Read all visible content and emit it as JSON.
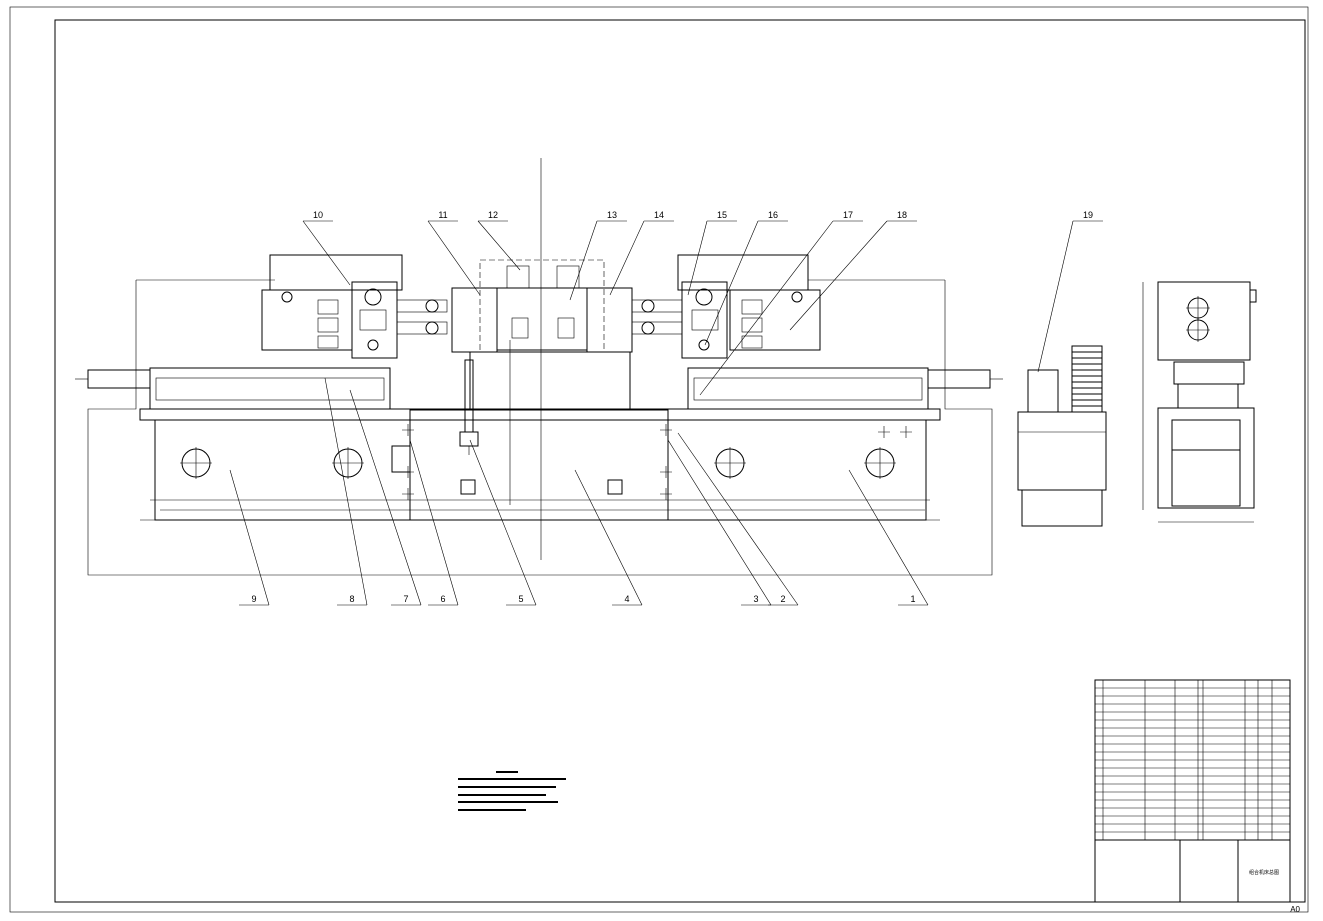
{
  "drawing": {
    "sheet_size_label": "A0",
    "balloons": [
      {
        "label": "1"
      },
      {
        "label": "2"
      },
      {
        "label": "3"
      },
      {
        "label": "4"
      },
      {
        "label": "5"
      },
      {
        "label": "6"
      },
      {
        "label": "7"
      },
      {
        "label": "8"
      },
      {
        "label": "9"
      },
      {
        "label": "10"
      },
      {
        "label": "11"
      },
      {
        "label": "12"
      },
      {
        "label": "13"
      },
      {
        "label": "14"
      },
      {
        "label": "15"
      },
      {
        "label": "16"
      },
      {
        "label": "17"
      },
      {
        "label": "18"
      },
      {
        "label": "19"
      }
    ],
    "title_block": {
      "drawing_title": "组合机床总图"
    }
  }
}
